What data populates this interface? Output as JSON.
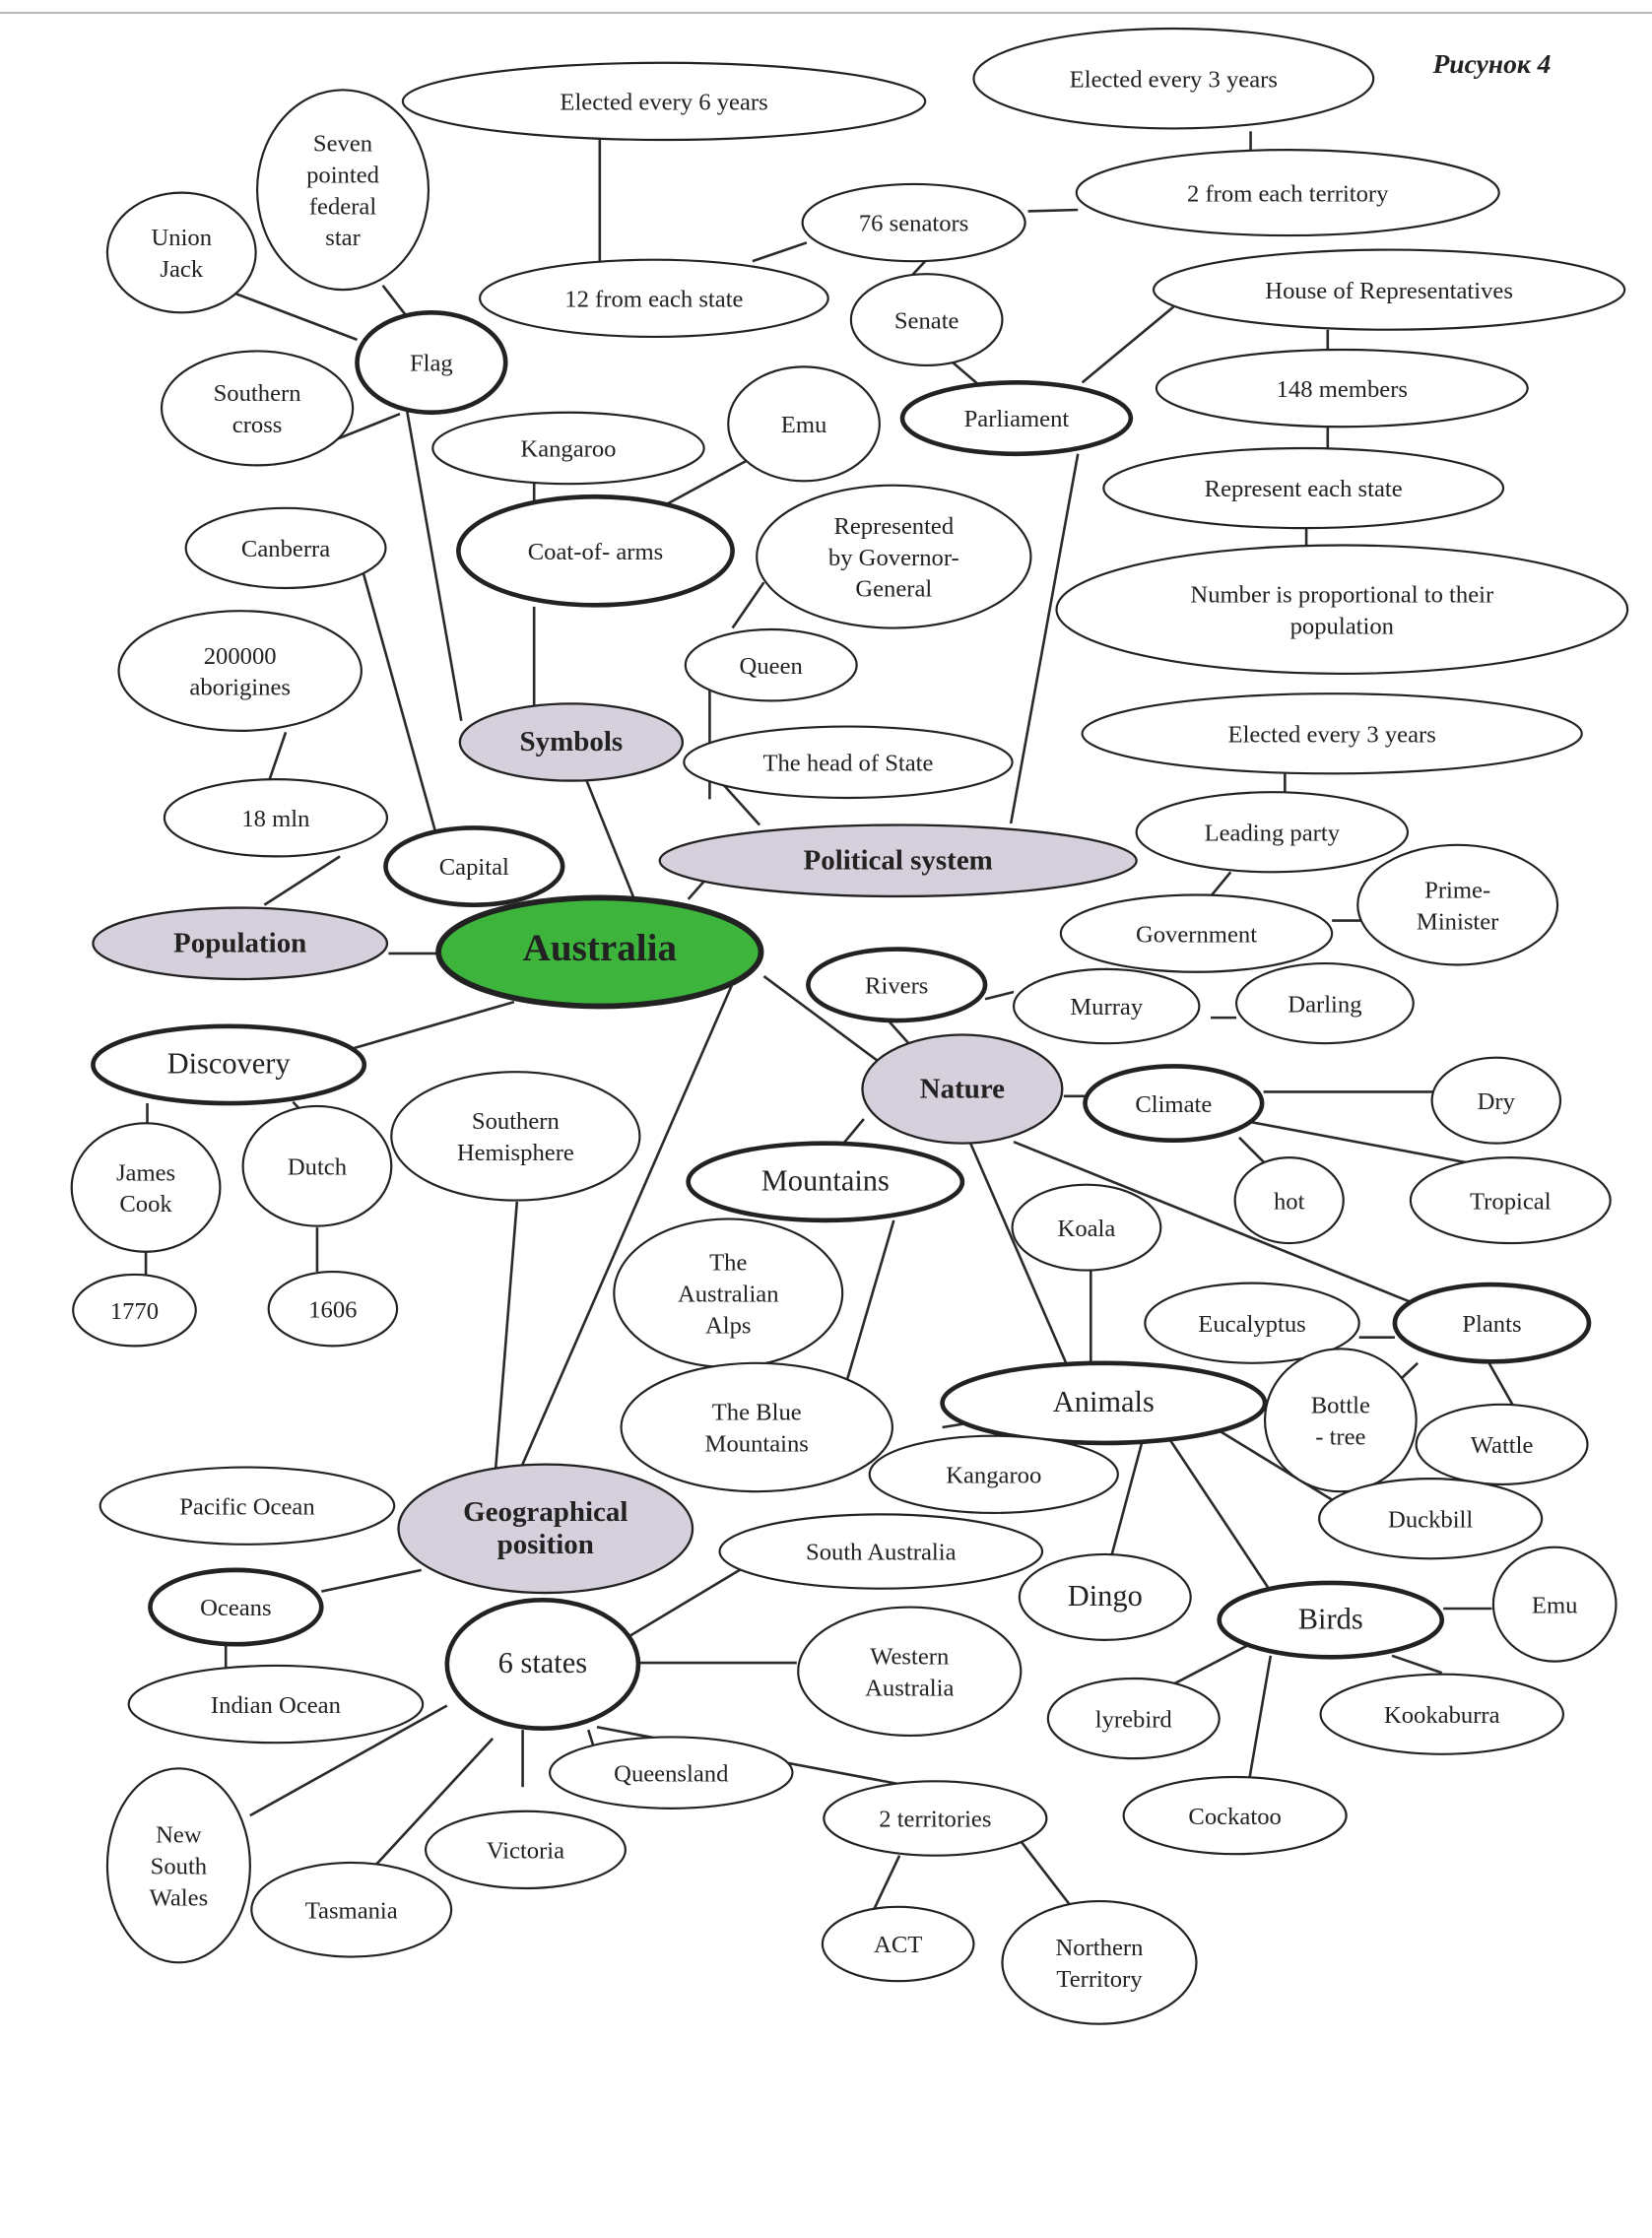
{
  "title": "Рисунок 4",
  "nodes": [
    {
      "lines": [
        "Elected every 6 years"
      ]
    },
    {
      "lines": [
        "Elected every 3 years"
      ]
    },
    {
      "lines": [
        "2 from each territory"
      ]
    },
    {
      "lines": [
        "76 senators"
      ]
    },
    {
      "lines": [
        "12 from each state"
      ]
    },
    {
      "lines": [
        "Seven",
        "pointed",
        "federal",
        "star"
      ]
    },
    {
      "lines": [
        "Union",
        "Jack"
      ]
    },
    {
      "lines": [
        "Flag"
      ]
    },
    {
      "lines": [
        "Southern",
        "cross"
      ]
    },
    {
      "lines": [
        "Senate"
      ]
    },
    {
      "lines": [
        "House of Representatives"
      ]
    },
    {
      "lines": [
        "Parliament"
      ]
    },
    {
      "lines": [
        "148 members"
      ]
    },
    {
      "lines": [
        "Kangaroo"
      ]
    },
    {
      "lines": [
        "Emu"
      ]
    },
    {
      "lines": [
        "Represented",
        "by Governor-",
        "General"
      ]
    },
    {
      "lines": [
        "Represent each state"
      ]
    },
    {
      "lines": [
        "Coat-of- arms"
      ]
    },
    {
      "lines": [
        "Canberra"
      ]
    },
    {
      "lines": [
        "Number is proportional to their",
        "population"
      ]
    },
    {
      "lines": [
        "200000",
        "aborigines"
      ]
    },
    {
      "lines": [
        "Queen"
      ]
    },
    {
      "lines": [
        "Symbols"
      ]
    },
    {
      "lines": [
        "The head of State"
      ]
    },
    {
      "lines": [
        "Elected every 3 years"
      ]
    },
    {
      "lines": [
        "18 mln"
      ]
    },
    {
      "lines": [
        "Capital"
      ]
    },
    {
      "lines": [
        "Political system"
      ]
    },
    {
      "lines": [
        "Leading party"
      ]
    },
    {
      "lines": [
        "Prime-",
        "Minister"
      ]
    },
    {
      "lines": [
        "Government"
      ]
    },
    {
      "lines": [
        "Population"
      ]
    },
    {
      "lines": [
        "Australia"
      ]
    },
    {
      "lines": [
        "Rivers"
      ]
    },
    {
      "lines": [
        "Murray"
      ]
    },
    {
      "lines": [
        "Darling"
      ]
    },
    {
      "lines": [
        "Discovery"
      ]
    },
    {
      "lines": [
        "Nature"
      ]
    },
    {
      "lines": [
        "Climate"
      ]
    },
    {
      "lines": [
        "Dry"
      ]
    },
    {
      "lines": [
        "Southern",
        "Hemisphere"
      ]
    },
    {
      "lines": [
        "James",
        "Cook"
      ]
    },
    {
      "lines": [
        "Dutch"
      ]
    },
    {
      "lines": [
        "Mountains"
      ]
    },
    {
      "lines": [
        "hot"
      ]
    },
    {
      "lines": [
        "Tropical"
      ]
    },
    {
      "lines": [
        "Koala"
      ]
    },
    {
      "lines": [
        "The",
        "Australian",
        "Alps"
      ]
    },
    {
      "lines": [
        "1770"
      ]
    },
    {
      "lines": [
        "1606"
      ]
    },
    {
      "lines": [
        "Eucalyptus"
      ]
    },
    {
      "lines": [
        "Plants"
      ]
    },
    {
      "lines": [
        "The Blue",
        "Mountains"
      ]
    },
    {
      "lines": [
        "Animals"
      ]
    },
    {
      "lines": [
        "Bottle",
        "- tree"
      ]
    },
    {
      "lines": [
        "Wattle"
      ]
    },
    {
      "lines": [
        "Kangaroo"
      ]
    },
    {
      "lines": [
        "Pacific Ocean"
      ]
    },
    {
      "lines": [
        "Geographical",
        "position"
      ]
    },
    {
      "lines": [
        "Duckbill"
      ]
    },
    {
      "lines": [
        "South Australia"
      ]
    },
    {
      "lines": [
        "Dingo"
      ]
    },
    {
      "lines": [
        "Emu"
      ]
    },
    {
      "lines": [
        "Oceans"
      ]
    },
    {
      "lines": [
        "Birds"
      ]
    },
    {
      "lines": [
        "6 states"
      ]
    },
    {
      "lines": [
        "Western",
        "Australia"
      ]
    },
    {
      "lines": [
        "Indian Ocean"
      ]
    },
    {
      "lines": [
        "lyrebird"
      ]
    },
    {
      "lines": [
        "Kookaburra"
      ]
    },
    {
      "lines": [
        "Queensland"
      ]
    },
    {
      "lines": [
        "New",
        "South",
        "Wales"
      ]
    },
    {
      "lines": [
        "2 territories"
      ]
    },
    {
      "lines": [
        "Cockatoo"
      ]
    },
    {
      "lines": [
        "Victoria"
      ]
    },
    {
      "lines": [
        "Tasmania"
      ]
    },
    {
      "lines": [
        "ACT"
      ]
    },
    {
      "lines": [
        "Northern",
        "Territory"
      ]
    }
  ]
}
